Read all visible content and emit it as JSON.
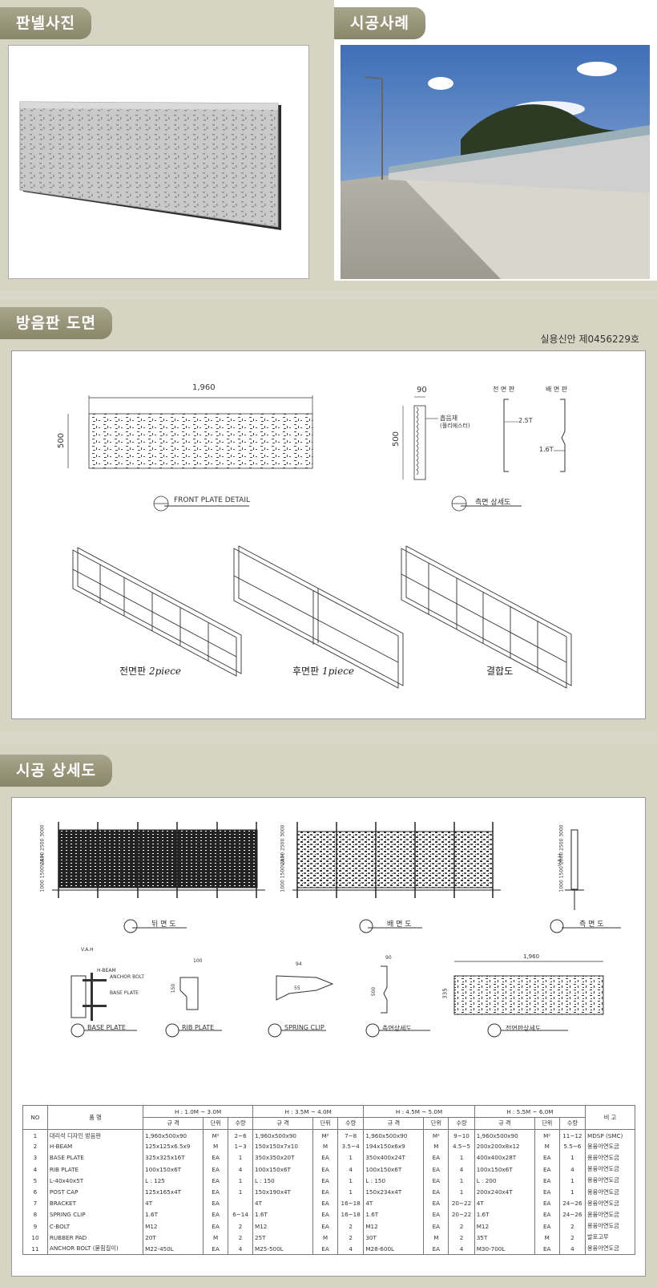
{
  "sections": {
    "panel_photo": "판넬사진",
    "case_photo": "시공사례",
    "drawing": "방음판 도면",
    "detail": "시공 상세도"
  },
  "patent": "실용신안 제0456229호",
  "drawing": {
    "dim_width": "1,960",
    "dim_height": "500",
    "front_plate_label": "FRONT PLATE DETAIL",
    "side_dim_90": "90",
    "side_dim_500": "500",
    "sound_material": "흡음재",
    "sound_material_sub": "(폴리에스터)",
    "front_label": "전 면 판",
    "back_label": "배 면 판",
    "t25": "2.5T",
    "t16": "1.6T",
    "side_detail_label": "측면 상세도",
    "front_2p": "전면판",
    "front_2p_en": "2piece",
    "back_1p": "후면판",
    "back_1p_en": "1piece",
    "combined": "결합도"
  },
  "detail": {
    "view1": "뒤 면 도",
    "view2": "배 면 도",
    "view3": "측 면 도",
    "vh": "V.A.H",
    "heights": "1000  1500  2000  2500  3000",
    "base_plate": "BASE PLATE",
    "rib_plate": "RIB PLATE",
    "spring_clip": "SPRING CLIP",
    "side_detail": "측면상세도",
    "front_detail": "전면판상세도",
    "anchor_bolt": "ANCHOR BOLT",
    "h_beam": "H-BEAM",
    "base_plate_small": "BASE PLATE",
    "dim_100": "100",
    "dim_150": "150",
    "dim_94": "94",
    "dim_55": "55",
    "dim_90": "90",
    "dim_500": "500",
    "dim_1960": "1,960",
    "dim_335": "335"
  },
  "table": {
    "head_no": "NO",
    "head_item": "품      명",
    "head_note": "비      고",
    "groups": [
      "H : 1.0M ~ 3.0M",
      "H : 3.5M ~ 4.0M",
      "H : 4.5M ~ 5.0M",
      "H : 5.5M ~ 6.0M"
    ],
    "sub": [
      "규      격",
      "단위",
      "수량"
    ],
    "rows": [
      [
        "1",
        "대리석 디자인 방음판",
        "1,960x500x90",
        "M²",
        "2~6",
        "1,960x500x90",
        "M²",
        "7~8",
        "1,960x500x90",
        "M²",
        "9~10",
        "1,960x500x90",
        "M²",
        "11~12",
        "MDSP (SMC)"
      ],
      [
        "2",
        "H-BEAM",
        "125x125x6.5x9",
        "M",
        "1~3",
        "150x150x7x10",
        "M",
        "3.5~4",
        "194x150x6x9",
        "M",
        "4.5~5",
        "200x200x8x12",
        "M",
        "5.5~6",
        "용융아연도금"
      ],
      [
        "3",
        "BASE PLATE",
        "325x325x16T",
        "EA",
        "1",
        "350x350x20T",
        "EA",
        "1",
        "350x400x24T",
        "EA",
        "1",
        "400x400x28T",
        "EA",
        "1",
        "용융아연도금"
      ],
      [
        "4",
        "RIB PLATE",
        "100x150x6T",
        "EA",
        "4",
        "100x150x6T",
        "EA",
        "4",
        "100x150x6T",
        "EA",
        "4",
        "100x150x6T",
        "EA",
        "4",
        "용융아연도금"
      ],
      [
        "5",
        "L-40x40x5T",
        "L : 125",
        "EA",
        "1",
        "L : 150",
        "EA",
        "1",
        "L : 150",
        "EA",
        "1",
        "L : 200",
        "EA",
        "1",
        "용융아연도금"
      ],
      [
        "6",
        "POST CAP",
        "125x165x4T",
        "EA",
        "1",
        "150x190x4T",
        "EA",
        "1",
        "150x234x4T",
        "EA",
        "1",
        "200x240x4T",
        "EA",
        "1",
        "용융아연도금"
      ],
      [
        "7",
        "BRACKET",
        "4T",
        "EA",
        "",
        "4T",
        "EA",
        "16~18",
        "4T",
        "EA",
        "20~22",
        "4T",
        "EA",
        "24~26",
        "용융아연도금"
      ],
      [
        "8",
        "SPRING CLIP",
        "1.6T",
        "EA",
        "6~14",
        "1.6T",
        "EA",
        "16~18",
        "1.6T",
        "EA",
        "20~22",
        "1.6T",
        "EA",
        "24~26",
        "용융아연도금"
      ],
      [
        "9",
        "C-BOLT",
        "M12",
        "EA",
        "2",
        "M12",
        "EA",
        "2",
        "M12",
        "EA",
        "2",
        "M12",
        "EA",
        "2",
        "용융아연도금"
      ],
      [
        "10",
        "RUBBER PAD",
        "20T",
        "M",
        "2",
        "25T",
        "M",
        "2",
        "30T",
        "M",
        "2",
        "35T",
        "M",
        "2",
        "발포고무"
      ],
      [
        "11",
        "ANCHOR BOLT (묻힘길이)",
        "M22-450L",
        "EA",
        "4",
        "M25-500L",
        "EA",
        "4",
        "M28-600L",
        "EA",
        "4",
        "M30-700L",
        "EA",
        "4",
        "용융아연도금"
      ]
    ]
  }
}
